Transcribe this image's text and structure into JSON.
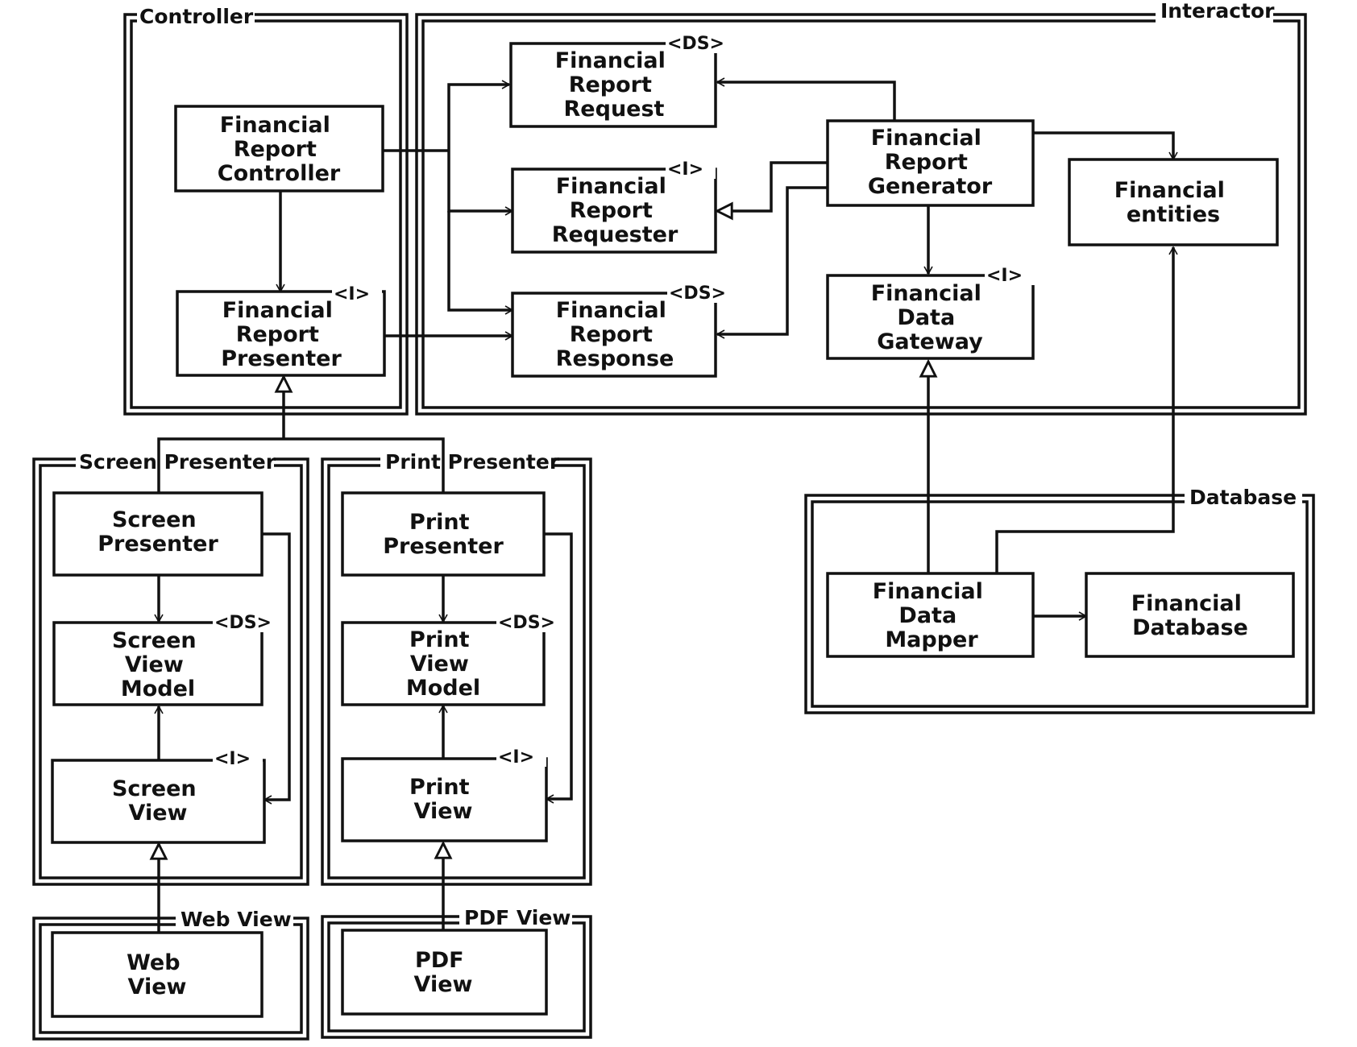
{
  "packages": {
    "controller": "Controller",
    "interactor": "Interactor",
    "screen_presenter": "Screen Presenter",
    "print_presenter": "Print Presenter",
    "database": "Database",
    "web_view": "Web View",
    "pdf_view": "PDF View"
  },
  "components": {
    "frc": {
      "lines": [
        "Financial",
        "Report",
        "Controller"
      ]
    },
    "frp": {
      "lines": [
        "Financial",
        "Report",
        "Presenter"
      ],
      "tag": "<I>"
    },
    "frreq": {
      "lines": [
        "Financial",
        "Report",
        "Request"
      ],
      "tag": "<DS>"
    },
    "frrqr": {
      "lines": [
        "Financial",
        "Report",
        "Requester"
      ],
      "tag": "<I>"
    },
    "frresp": {
      "lines": [
        "Financial",
        "Report",
        "Response"
      ],
      "tag": "<DS>"
    },
    "frg": {
      "lines": [
        "Financial",
        "Report",
        "Generator"
      ]
    },
    "fent": {
      "lines": [
        "Financial",
        "entities"
      ]
    },
    "fdg": {
      "lines": [
        "Financial",
        "Data",
        "Gateway"
      ],
      "tag": "<I>"
    },
    "sp": {
      "lines": [
        "Screen",
        "Presenter"
      ]
    },
    "svm": {
      "lines": [
        "Screen",
        "View",
        "Model"
      ],
      "tag": "<DS>"
    },
    "sv": {
      "lines": [
        "Screen",
        "View"
      ],
      "tag": "<I>"
    },
    "pp": {
      "lines": [
        "Print",
        "Presenter"
      ]
    },
    "pvm": {
      "lines": [
        "Print",
        "View",
        "Model"
      ],
      "tag": "<DS>"
    },
    "pv": {
      "lines": [
        "Print",
        "View"
      ],
      "tag": "<I>"
    },
    "fdm": {
      "lines": [
        "Financial",
        "Data",
        "Mapper"
      ]
    },
    "fdb": {
      "lines": [
        "Financial",
        "Database"
      ]
    },
    "wv": {
      "lines": [
        "Web",
        "View"
      ]
    },
    "pdfv": {
      "lines": [
        "PDF",
        "View"
      ]
    }
  }
}
